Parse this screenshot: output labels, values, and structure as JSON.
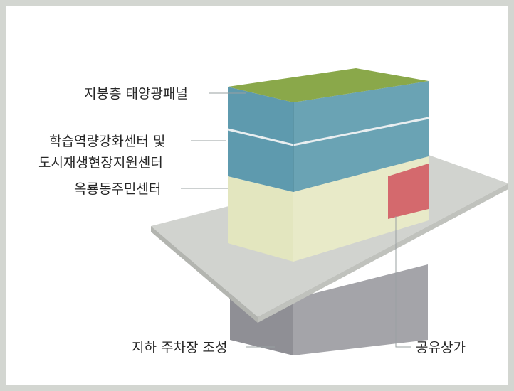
{
  "labels": {
    "solar_panel": "지붕층 태양광패널",
    "learning_center_line1": "학습역량강화센터 및",
    "learning_center_line2": "도시재생현장지원센터",
    "community_center": "옥룡동주민센터",
    "underground_parking": "지하 주차장 조성",
    "shared_shops": "공유상가"
  },
  "colors": {
    "frame": "#d3d6d1",
    "roof": "#8aa84a",
    "upper_floors": "#5e9aae",
    "community_floor": "#e3e6bf",
    "shared_shops": "#d4696d",
    "ground_plane": "#d1d3cf",
    "underground": "#a2a2a7"
  }
}
